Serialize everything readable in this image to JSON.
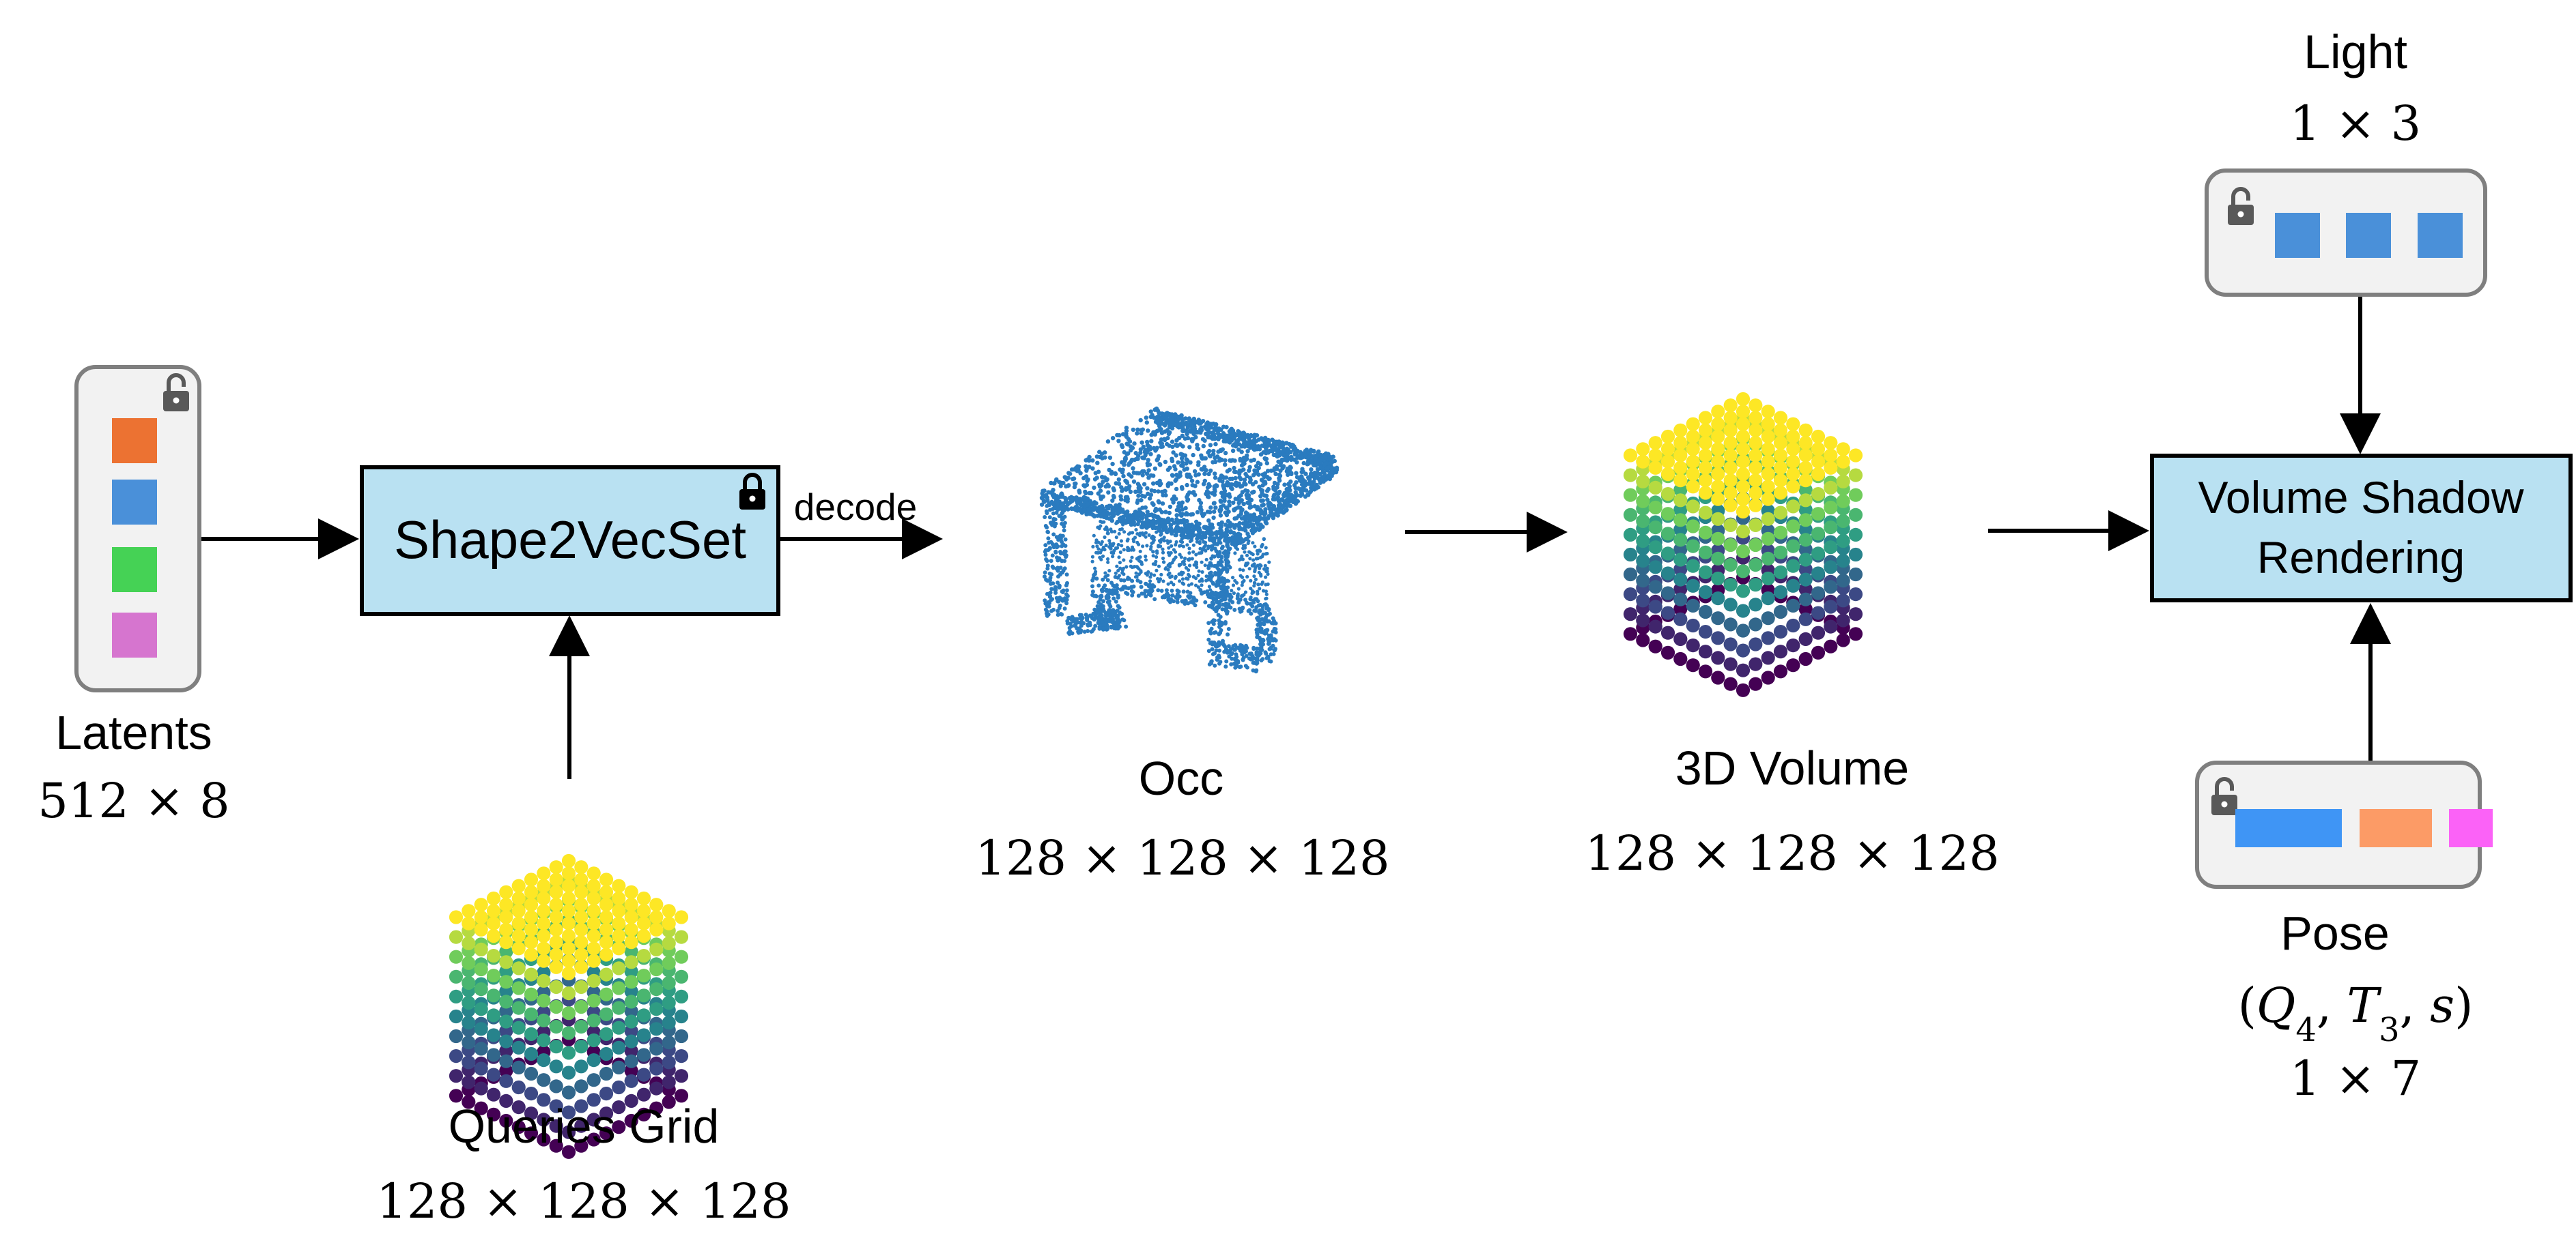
{
  "latents": {
    "label": "Latents",
    "dims": "512 × 8",
    "swatches": [
      "#ec7232",
      "#4a90d9",
      "#45d255",
      "#d675cf"
    ]
  },
  "encoder": {
    "label": "Shape2VecSet"
  },
  "decode_label": "decode",
  "queries": {
    "label": "Queries Grid",
    "dims": "128 × 128 × 128"
  },
  "occ": {
    "label": "Occ",
    "dims": "128 × 128 × 128",
    "point_color": "#2a7bbf"
  },
  "volume": {
    "label": "3D Volume",
    "dims": "128 × 128 × 128"
  },
  "renderer": {
    "line1": "Volume Shadow",
    "line2": "Rendering"
  },
  "light": {
    "label": "Light",
    "dims": "1 × 3",
    "swatches": [
      "#4a90d9",
      "#4a90d9",
      "#4a90d9"
    ]
  },
  "pose": {
    "label": "Pose",
    "params": {
      "open": "(",
      "q": "Q",
      "q_sub": "4",
      "sep1": ", ",
      "t": "T",
      "t_sub": "3",
      "sep2": ", ",
      "s": "s",
      "close": ")"
    },
    "dims": "1 × 7",
    "swatches": [
      "#3f95f5",
      "#fc9b66",
      "#fb62f7"
    ]
  },
  "colors": {
    "box_fill": "#b9e1f2",
    "panel_fill": "#f2f2f2",
    "panel_stroke": "#7f7f7f",
    "lock": "#595959",
    "viridis": [
      "#440154",
      "#3b528b",
      "#21918c",
      "#5ec962",
      "#fde725"
    ]
  }
}
